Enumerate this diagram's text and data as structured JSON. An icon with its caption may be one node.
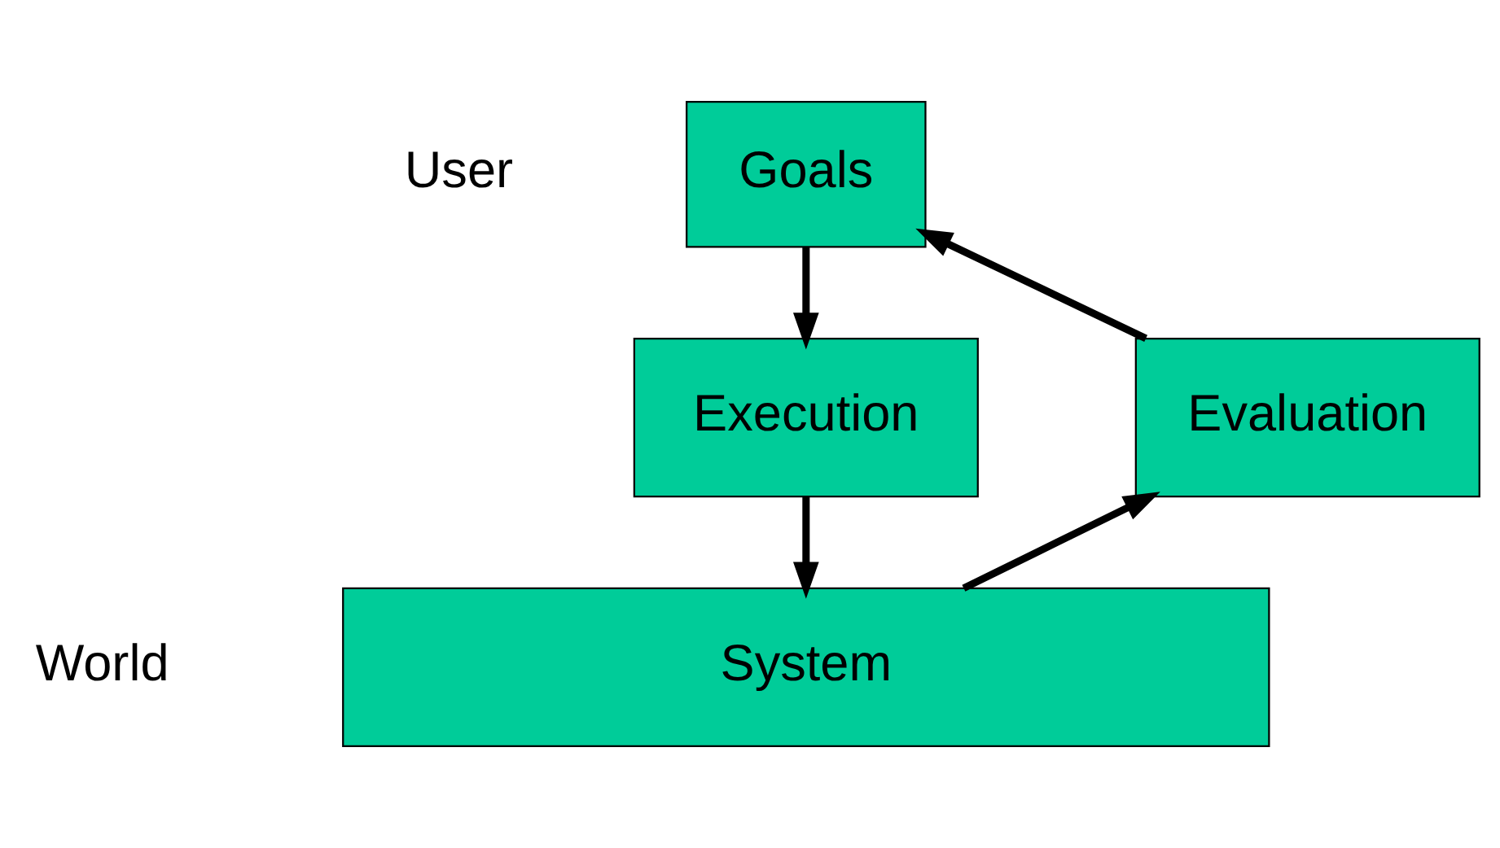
{
  "diagram": {
    "nodes": [
      {
        "text": [
          "Goals"
        ]
      },
      {
        "text": [
          "Execution"
        ]
      },
      {
        "text": [
          "Evaluation"
        ]
      },
      {
        "text": [
          "System"
        ]
      }
    ],
    "edges": [
      {
        "from": 0,
        "to": 1,
        "arrow": "to"
      },
      {
        "from": 1,
        "to": 3,
        "arrow": "to"
      },
      {
        "from": 3,
        "to": 2,
        "arrow": "to"
      },
      {
        "from": 2,
        "to": 0,
        "arrow": "to"
      }
    ],
    "labels": [
      "User",
      "World"
    ]
  }
}
